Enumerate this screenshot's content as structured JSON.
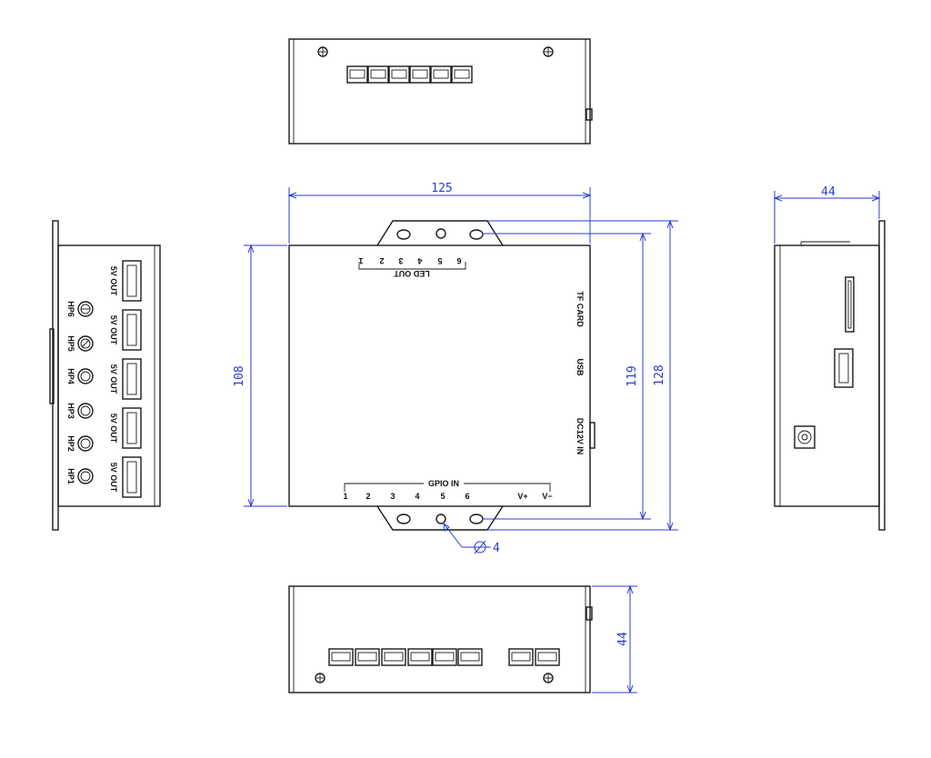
{
  "colors": {
    "outline": "#1a1a1a",
    "dimension": "#2b3bd6"
  },
  "dimensions": {
    "front_width": "125",
    "front_height": "108",
    "height_inner": "119",
    "height_outer": "128",
    "hole_diameter": "4",
    "side_depth": "44",
    "bottom_depth": "44"
  },
  "labels": {
    "led_out": "LED OUT",
    "led_numbers": [
      "1",
      "2",
      "3",
      "4",
      "5",
      "6"
    ],
    "gpio_in": "GPIO IN",
    "gpio_numbers": [
      "1",
      "2",
      "3",
      "4",
      "5",
      "6"
    ],
    "v_plus": "V+",
    "v_minus": "V−",
    "tf_card": "TF CARD",
    "usb": "USB",
    "dc12v_in": "DC12V IN",
    "five_v_out": "5V OUT",
    "hp_labels": [
      "HP6",
      "HP5",
      "HP4",
      "HP3",
      "HP2",
      "HP1"
    ]
  },
  "icons": [
    "screw-icon",
    "connector-icon",
    "usb-port-icon",
    "audio-jack-icon",
    "dc-jack-icon"
  ]
}
